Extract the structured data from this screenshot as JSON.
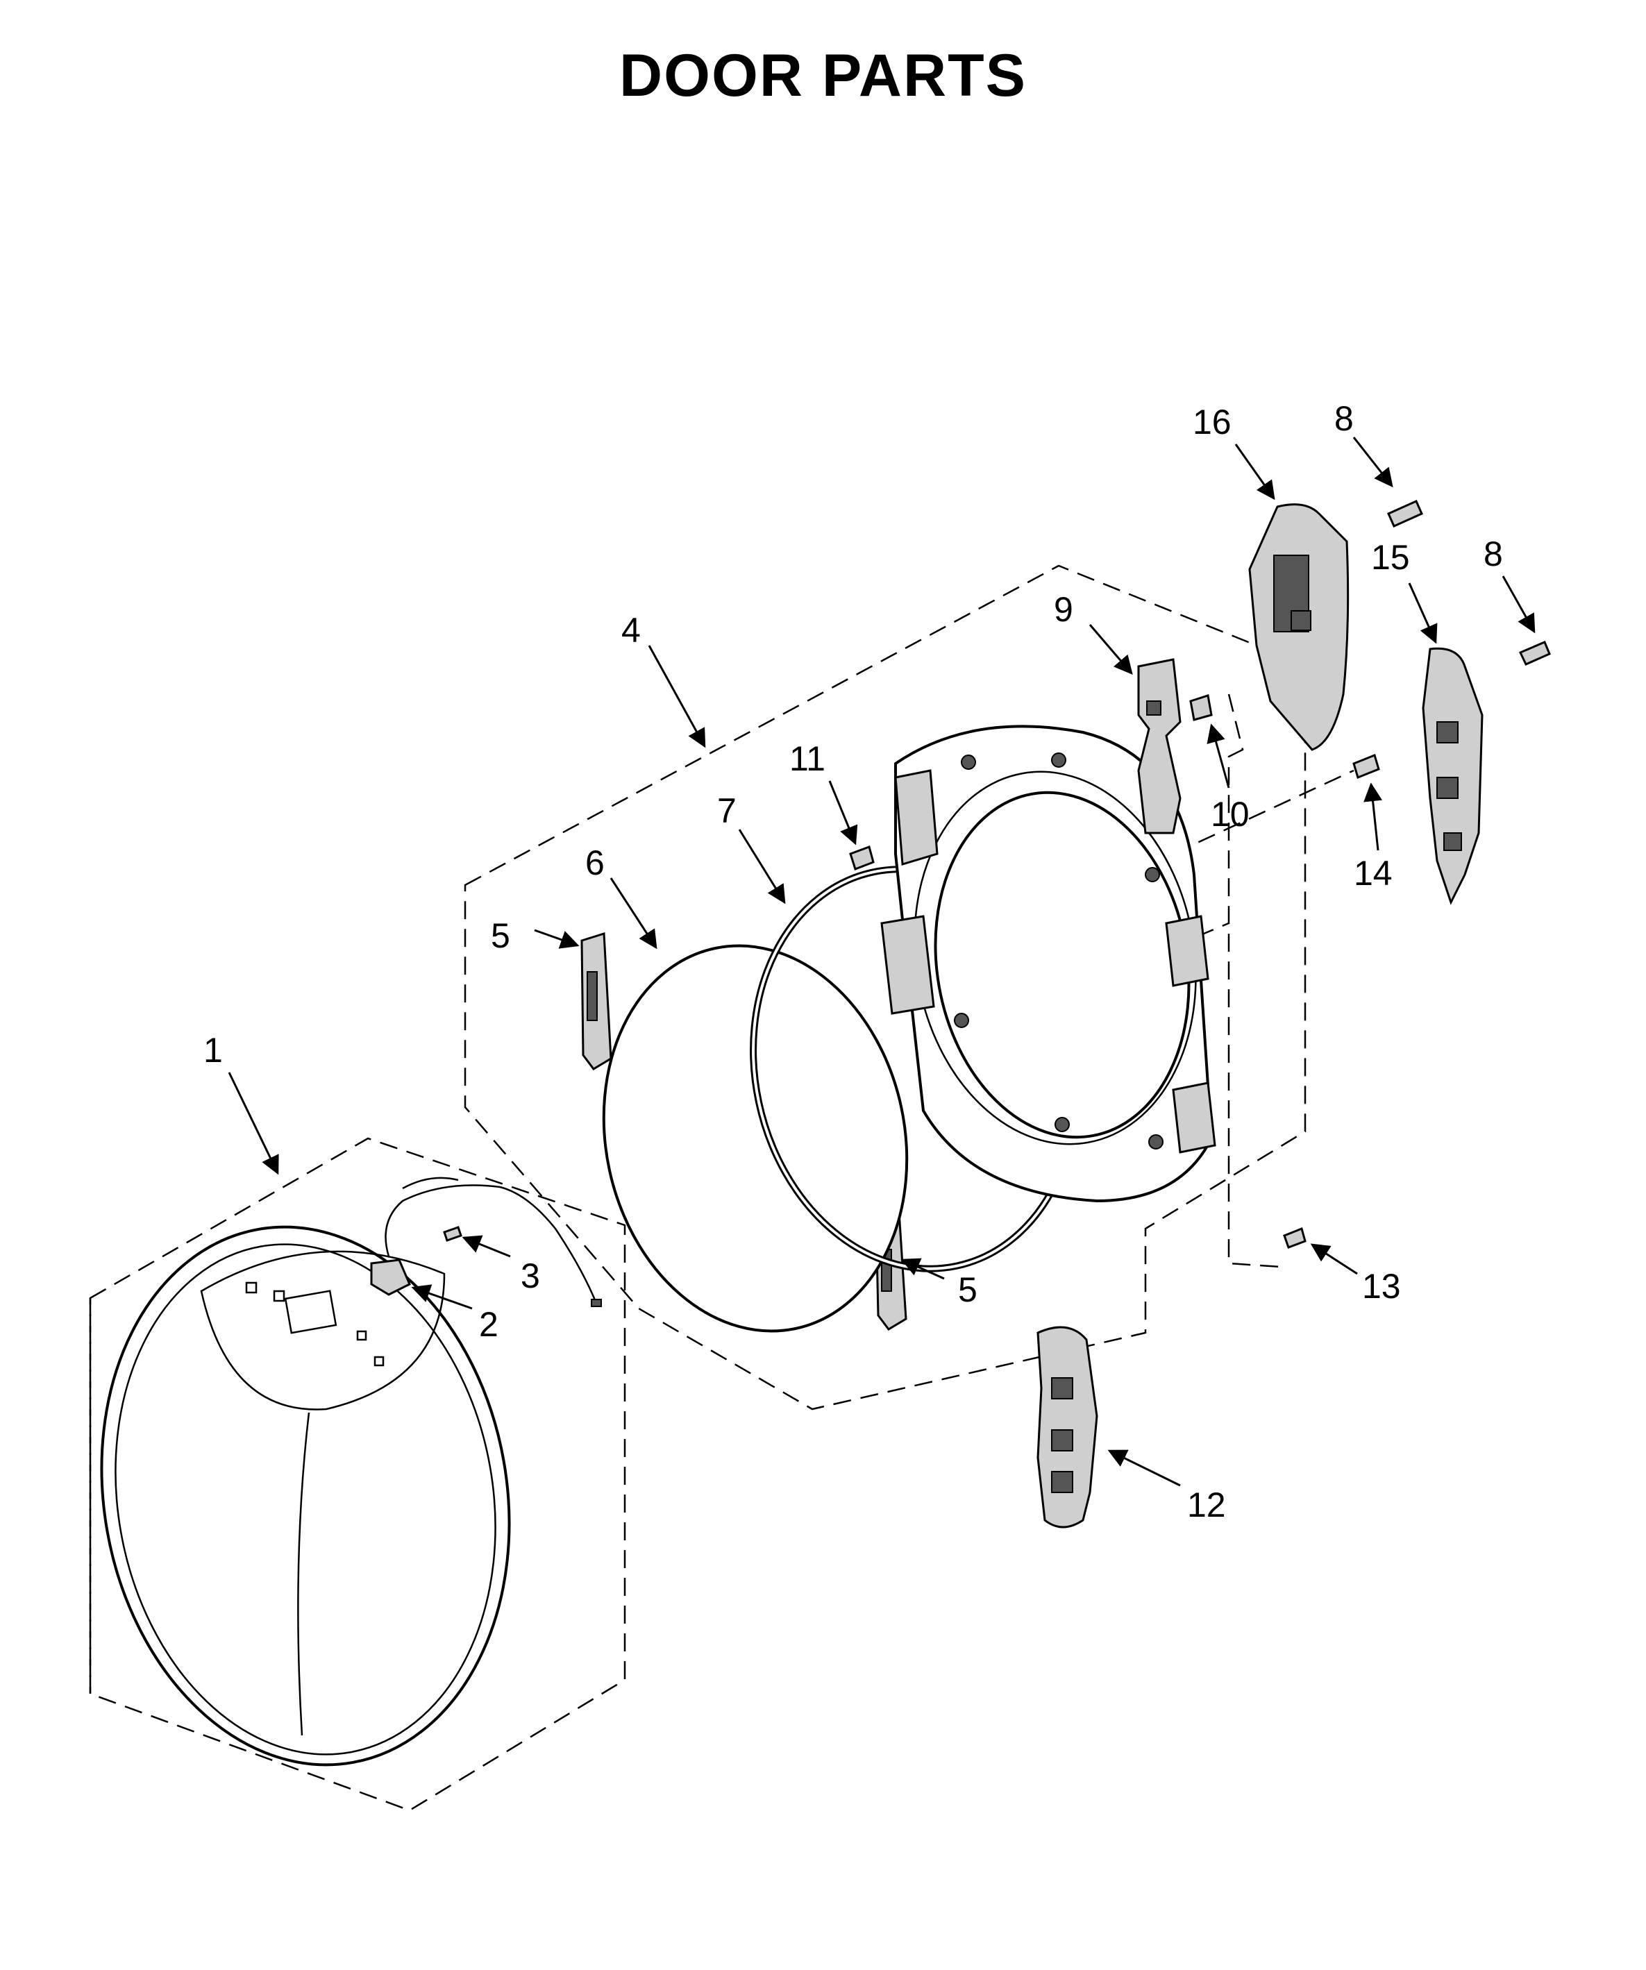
{
  "title": "DOOR PARTS",
  "callouts": [
    {
      "key": "c1",
      "label": "1"
    },
    {
      "key": "c2",
      "label": "2"
    },
    {
      "key": "c3",
      "label": "3"
    },
    {
      "key": "c4",
      "label": "4"
    },
    {
      "key": "c5a",
      "label": "5"
    },
    {
      "key": "c5b",
      "label": "5"
    },
    {
      "key": "c6",
      "label": "6"
    },
    {
      "key": "c7",
      "label": "7"
    },
    {
      "key": "c8a",
      "label": "8"
    },
    {
      "key": "c8b",
      "label": "8"
    },
    {
      "key": "c9",
      "label": "9"
    },
    {
      "key": "c10",
      "label": "10"
    },
    {
      "key": "c11",
      "label": "11"
    },
    {
      "key": "c12",
      "label": "12"
    },
    {
      "key": "c13",
      "label": "13"
    },
    {
      "key": "c14",
      "label": "14"
    },
    {
      "key": "c15",
      "label": "15"
    },
    {
      "key": "c16",
      "label": "16"
    }
  ]
}
